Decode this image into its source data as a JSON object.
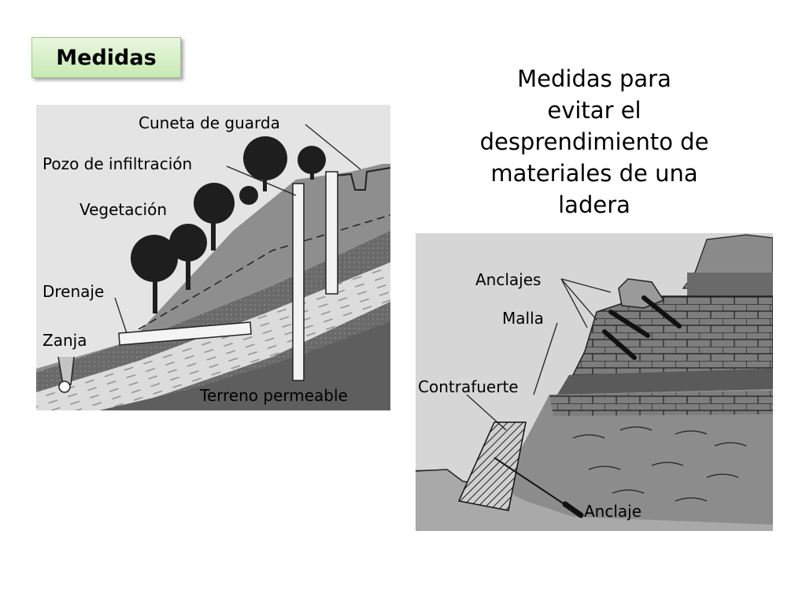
{
  "badge": {
    "label": "Medidas"
  },
  "title": {
    "lines": [
      "Medidas para",
      "evitar el",
      "desprendimiento de",
      "materiales de una",
      "ladera"
    ]
  },
  "left_figure": {
    "labels": {
      "cuneta": "Cuneta de guarda",
      "pozo": "Pozo de infiltración",
      "vegetacion": "Vegetación",
      "drenaje": "Drenaje",
      "zanja": "Zanja",
      "terreno": "Terreno permeable"
    }
  },
  "right_figure": {
    "labels": {
      "anclajes": "Anclajes",
      "malla": "Malla",
      "contrafuerte": "Contrafuerte",
      "anclaje": "Anclaje"
    }
  },
  "colors": {
    "badge_bg": "#c8e9b4",
    "figure_dark": "#5a5a5a",
    "figure_mid": "#8c8c8c",
    "figure_light": "#d9d9d9"
  }
}
